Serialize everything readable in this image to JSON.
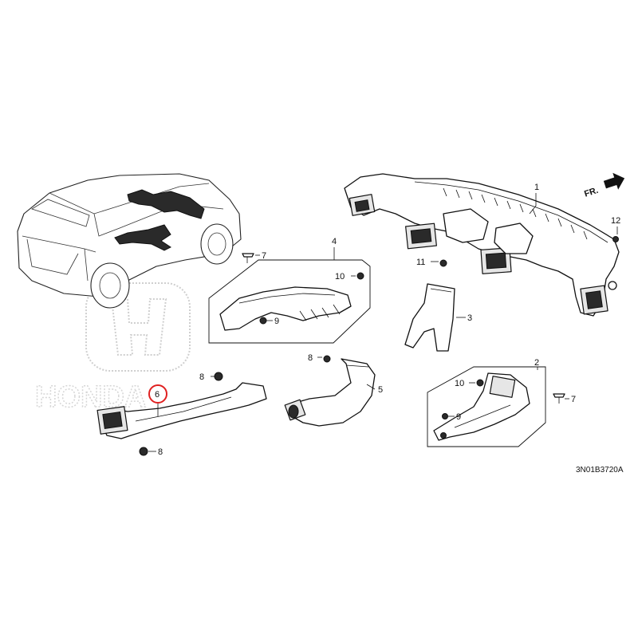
{
  "diagram": {
    "diagram_code": "3N01B3720A",
    "direction_label": "FR.",
    "highlight_color": "#e02020",
    "callouts": [
      {
        "id": "1",
        "label": "1"
      },
      {
        "id": "2",
        "label": "2"
      },
      {
        "id": "3",
        "label": "3"
      },
      {
        "id": "4",
        "label": "4"
      },
      {
        "id": "5",
        "label": "5"
      },
      {
        "id": "6",
        "label": "6",
        "highlighted": true
      },
      {
        "id": "7a",
        "label": "7"
      },
      {
        "id": "7b",
        "label": "7"
      },
      {
        "id": "8a",
        "label": "8"
      },
      {
        "id": "8b",
        "label": "8"
      },
      {
        "id": "9a",
        "label": "9"
      },
      {
        "id": "9b",
        "label": "9"
      },
      {
        "id": "10a",
        "label": "10"
      },
      {
        "id": "10b",
        "label": "10"
      },
      {
        "id": "11",
        "label": "11"
      },
      {
        "id": "12",
        "label": "12"
      }
    ]
  }
}
